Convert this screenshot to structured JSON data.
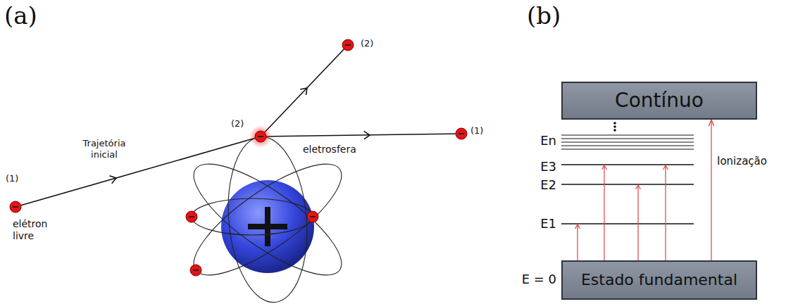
{
  "diagram": {
    "nodes": [
      {
        "text": [
          "Contínuo"
        ]
      },
      {
        "text": [
          "Estado fundamental"
        ]
      }
    ],
    "edges": [
      {
        "from": 1,
        "to": 0,
        "arrow": "to",
        "label": "Ionização"
      }
    ],
    "labels": [
      "(a)",
      "(b)",
      "(1)",
      "elétron livre",
      "Trajetória inicial",
      "(2)",
      "eletrosfera",
      "(2)",
      "(1)",
      "En",
      "E3",
      "E2",
      "E1",
      "E = 0"
    ]
  }
}
